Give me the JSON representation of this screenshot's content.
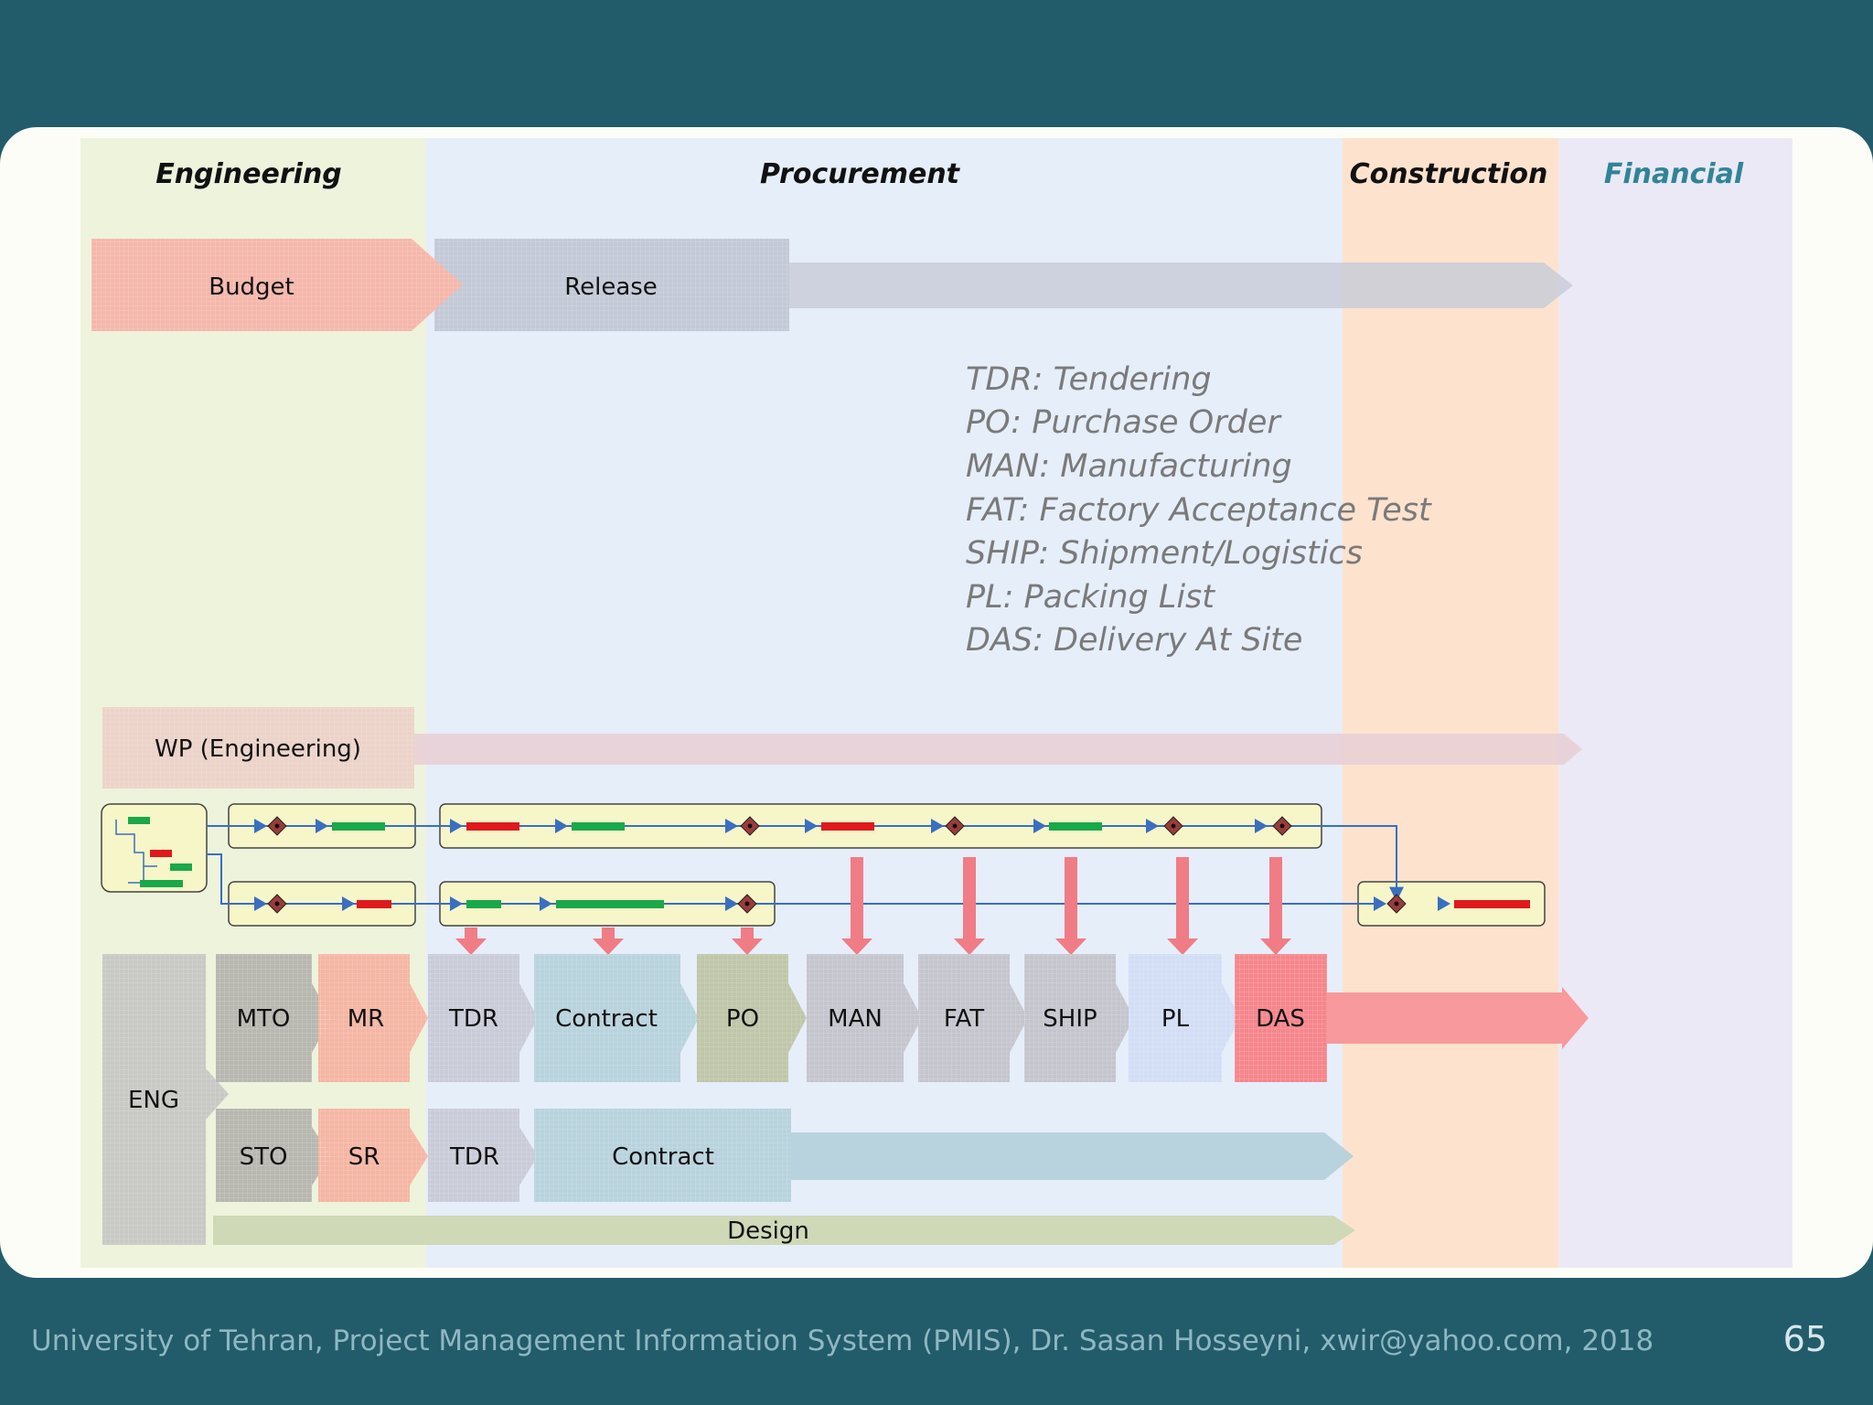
{
  "columns": {
    "engineering": "Engineering",
    "procurement": "Procurement",
    "construction": "Construction",
    "financial": "Financial"
  },
  "bands": {
    "budget": "Budget",
    "release": "Release",
    "wp": "WP (Engineering)",
    "design": "Design"
  },
  "legend": [
    "TDR: Tendering",
    "PO: Purchase Order",
    "MAN: Manufacturing",
    "FAT: Factory Acceptance Test",
    "SHIP: Shipment/Logistics",
    "PL: Packing List",
    "DAS: Delivery At Site"
  ],
  "steps": {
    "eng": "ENG",
    "mto": "MTO",
    "mr": "MR",
    "tdr": "TDR",
    "contract": "Contract",
    "po": "PO",
    "man": "MAN",
    "fat": "FAT",
    "ship": "SHIP",
    "pl": "PL",
    "das": "DAS",
    "sto": "STO",
    "sr": "SR",
    "tdr2": "TDR",
    "contract2": "Contract"
  },
  "colors": {
    "background": "#225c6a",
    "engineering_col": "#eef3dc",
    "procurement_col": "#e6eefa",
    "construction_col": "#fde3cd",
    "financial_col": "#ece9f7",
    "financial_title": "#2f8597"
  },
  "footer": {
    "text": "University of Tehran, Project Management Information System (PMIS), Dr. Sasan Hosseyni, xwir@yahoo.com, 2018",
    "page": "65"
  }
}
